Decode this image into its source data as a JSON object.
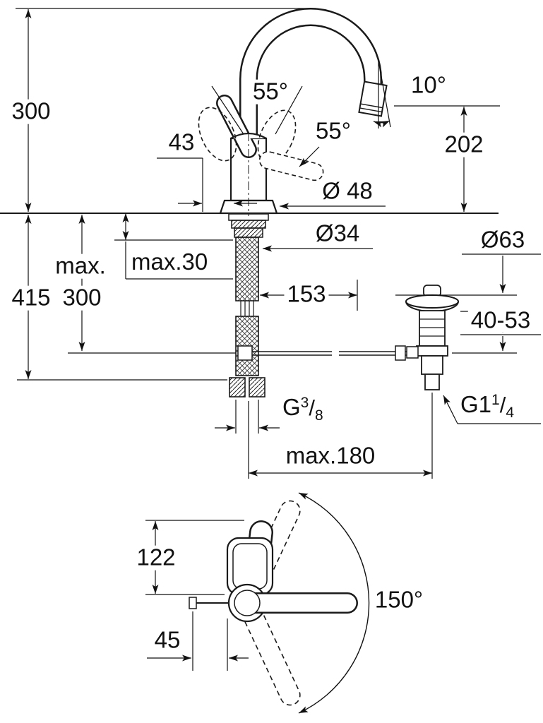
{
  "front_view": {
    "overall_height": "300",
    "handle_angle_up": "55°",
    "spout_angle": "10°",
    "handle_projection": "43",
    "handle_angle_side": "55°",
    "spout_height": "202",
    "base_diameter": "Ø 48",
    "mounting_hole_diameter": "Ø34",
    "max_deck_thickness": "max.30",
    "waste_flange_diameter": "Ø63",
    "max_prefix": "max.",
    "hose_length": "415",
    "hose_length_secondary": "300",
    "rod_length": "153",
    "clamp_range": "40-53",
    "thread_hose": {
      "prefix": "G",
      "sup": "3",
      "slash": "/",
      "sub": "8"
    },
    "thread_waste": {
      "prefix": "G1",
      "sup": "1",
      "slash": "/",
      "sub": "4"
    },
    "max_rod_distance": "max.180"
  },
  "top_view": {
    "spout_reach": "122",
    "swivel_range": "150°",
    "handle_offset": "45"
  }
}
